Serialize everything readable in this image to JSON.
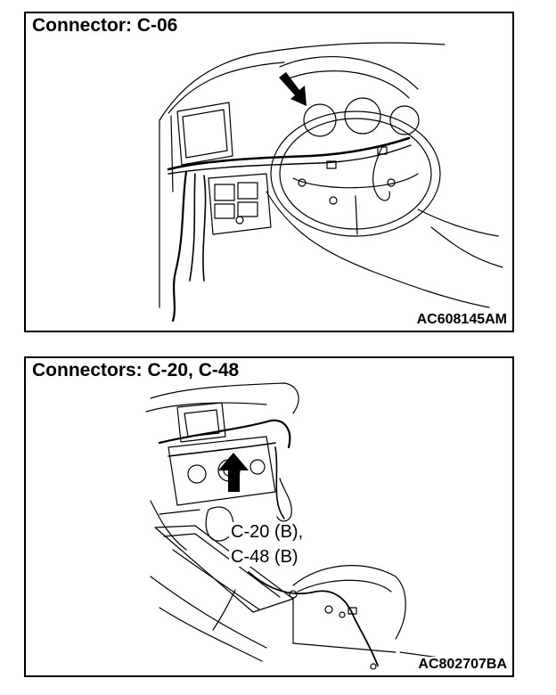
{
  "panels": [
    {
      "title": "Connector: C-06",
      "figure_code": "AC608145AM"
    },
    {
      "title": "Connectors: C-20, C-48",
      "figure_code": "AC802707BA",
      "callouts": [
        "C-20 (B),",
        "C-48 (B)"
      ]
    }
  ]
}
